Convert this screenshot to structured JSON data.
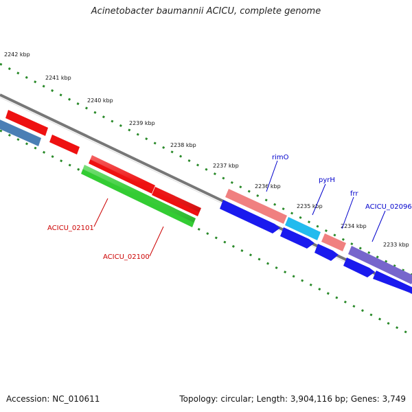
{
  "title": "Acinetobacter baumannii ACICU, complete genome",
  "footer": {
    "accession": "Accession: NC_010611",
    "stats": "Topology: circular; Length: 3,904,116 bp; Genes: 3,749"
  },
  "ticks": [
    "2242 kbp",
    "2241 kbp",
    "2240 kbp",
    "2239 kbp",
    "2238 kbp",
    "2237 kbp",
    "2236 kbp",
    "2235 kbp",
    "2234 kbp",
    "2233 kbp"
  ],
  "gene_labels": {
    "rimO": "rimO",
    "pyrH": "pyrH",
    "frr": "frr",
    "acicu_02096": "ACICU_02096",
    "acicu_02101": "ACICU_02101",
    "acicu_02100": "ACICU_02100"
  },
  "colors": {
    "backbone": "#777777",
    "tick": "#2a8a2a",
    "label_blue": "#0000cc",
    "label_red": "#cc0000",
    "red": "#ee1111",
    "green": "#33cc33",
    "blue": "#1a1aee",
    "cyan": "#22bbee",
    "salmon": "#f08080",
    "purple": "#7766cc",
    "steel": "#4a7fb5"
  }
}
